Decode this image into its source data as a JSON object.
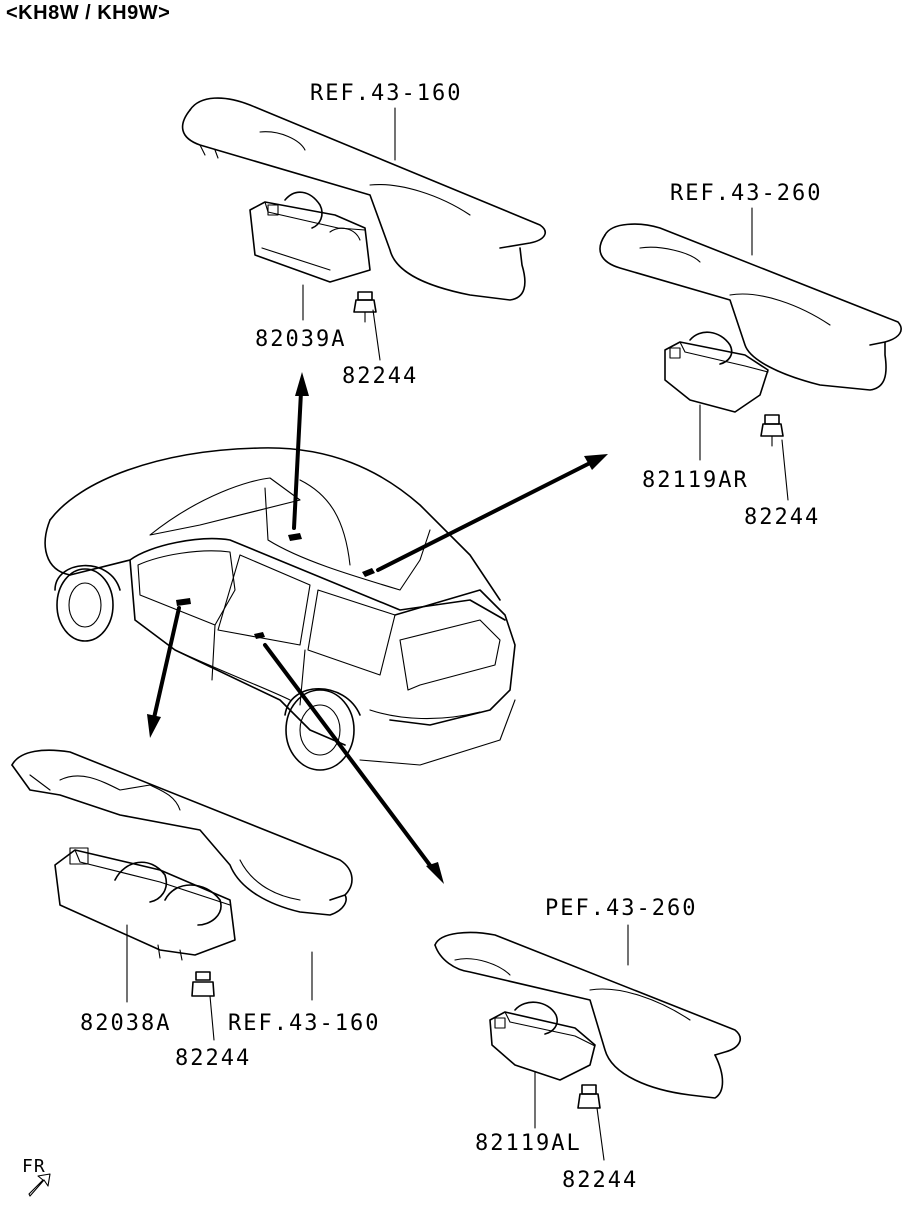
{
  "header": {
    "title": "<KH8W / KH9W>"
  },
  "colors": {
    "ink": "#000000",
    "paper": "#ffffff"
  },
  "callouts": {
    "ref_front_right": "REF.43-160",
    "ref_front_left": "REF.43-160",
    "ref_rear_right": "REF.43-260",
    "ref_rear_left": "PEF.43-260",
    "part_82039a": "82039A",
    "part_82038a": "82038A",
    "part_82119ar": "82119AR",
    "part_82119al": "82119AL",
    "screw_1": "82244",
    "screw_2": "82244",
    "screw_3": "82244",
    "screw_4": "82244"
  },
  "orientation": {
    "label": "FR",
    "icon": "front-arrow-icon"
  }
}
